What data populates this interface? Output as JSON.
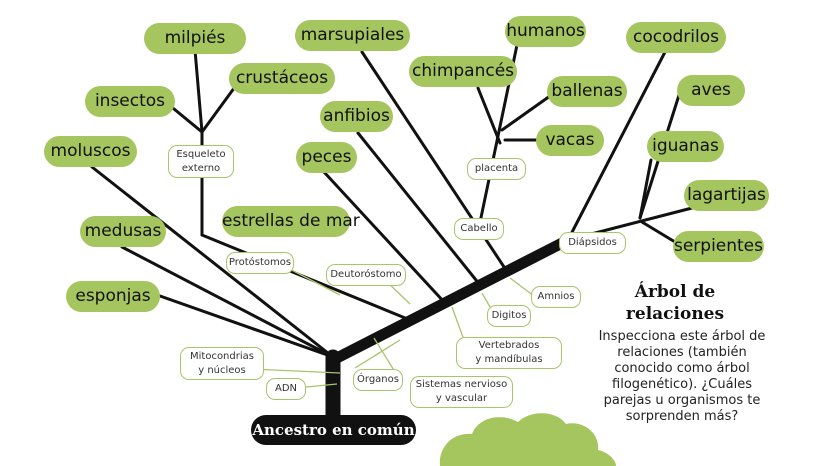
{
  "colors": {
    "pill": "#a5c55f",
    "line": "#111111",
    "label_border": "#a9c46b",
    "bush": "#a5c55f",
    "root_bg": "#111111"
  },
  "root": "Ancestro en común",
  "panel": {
    "title": "Árbol de relaciones",
    "body": "Inspecciona este árbol de relaciones (también conocido como árbol filogenético). ¿Cuáles parejas u organismos te sorprenden más?"
  },
  "organisms": {
    "milpies": "milpiés",
    "crustaceos": "crustáceos",
    "insectos": "insectos",
    "moluscos": "moluscos",
    "medusas": "medusas",
    "esponjas": "esponjas",
    "marsupiales": "marsupiales",
    "anfibios": "anfibios",
    "peces": "peces",
    "estrellas": "estrellas de mar",
    "humanos": "humanos",
    "chimpances": "chimpancés",
    "ballenas": "ballenas",
    "vacas": "vacas",
    "cocodrilos": "cocodrilos",
    "aves": "aves",
    "iguanas": "iguanas",
    "lagartijas": "lagartijas",
    "serpientes": "serpientes"
  },
  "traits": {
    "esqueleto": "Esqueleto\nexterno",
    "protostomos": "Protóstomos",
    "deutorostomo": "Deutoróstomo",
    "placenta": "placenta",
    "cabello": "Cabello",
    "diapsidos": "Diápsidos",
    "amnios": "Amnios",
    "digitos": "Digitos",
    "vertebrados": "Vertebrados\ny mandíbulas",
    "mitocondrias": "Mitocondrias\ny núcleos",
    "adn": "ADN",
    "organos": "Órganos",
    "sistemas": "Sistemas nervioso\ny vascular"
  }
}
